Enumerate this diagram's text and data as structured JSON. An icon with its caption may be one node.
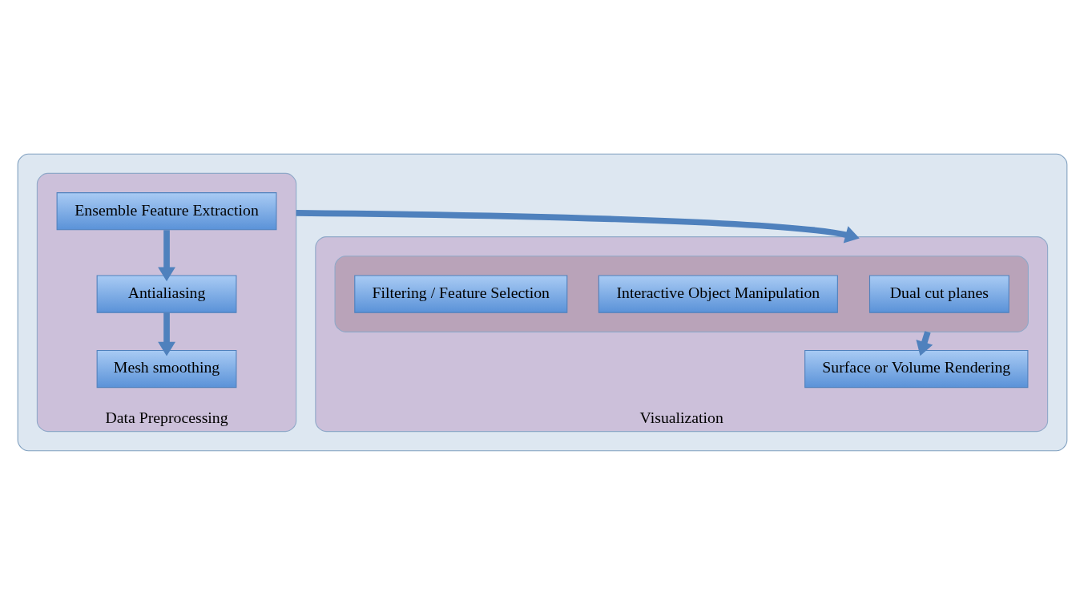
{
  "diagram": {
    "nodes": [
      {
        "text": [],
        "shape": "box"
      },
      {
        "text": [
          "Data Preprocessing"
        ],
        "in": 0
      },
      {
        "text": [
          "Ensemble Feature Extraction"
        ],
        "in": 1
      },
      {
        "text": [
          "Antialiasing"
        ],
        "in": 1
      },
      {
        "text": [
          "Mesh smoothing"
        ],
        "in": 1
      },
      {
        "text": [
          "Visualization"
        ],
        "in": 0
      },
      {
        "text": [],
        "shape": "box",
        "in": 5
      },
      {
        "text": [
          "Dual cut planes"
        ],
        "in": 6
      },
      {
        "text": [
          "Interactive Object Manipulation"
        ],
        "in": 6
      },
      {
        "text": [
          "Filtering / Feature Selection"
        ],
        "in": 6
      },
      {
        "text": [
          "Surface or Volume Rendering"
        ],
        "in": 5
      }
    ],
    "edges": [
      {
        "from": 2,
        "to": 3,
        "arrow": "to"
      },
      {
        "from": 3,
        "to": 4,
        "arrow": "to"
      },
      {
        "from": 1,
        "to": 5,
        "arrow": "to"
      },
      {
        "from": 6,
        "to": 10,
        "arrow": "to"
      }
    ]
  }
}
